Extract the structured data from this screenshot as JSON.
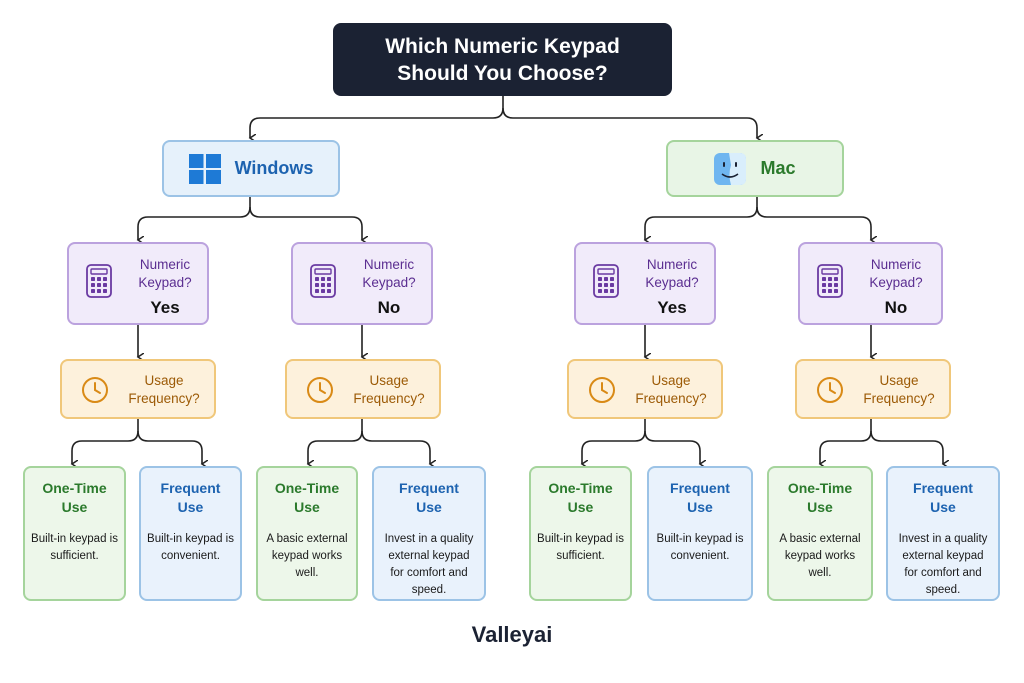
{
  "title": {
    "line1": "Which Numeric Keypad",
    "line2": "Should You Choose?"
  },
  "windows": {
    "label": "Windows",
    "icon": "windows-logo-icon",
    "yes_branch": {
      "question_line1": "Numeric",
      "question_line2": "Keypad?",
      "answer": "Yes",
      "usage_line1": "Usage",
      "usage_line2": "Frequency?",
      "one_time": {
        "title_line1": "One-Time",
        "title_line2": "Use",
        "description": "Built-in keypad is sufficient."
      },
      "frequent": {
        "title_line1": "Frequent",
        "title_line2": "Use",
        "description": "Built-in keypad is convenient."
      }
    },
    "no_branch": {
      "question_line1": "Numeric",
      "question_line2": "Keypad?",
      "answer": "No",
      "usage_line1": "Usage",
      "usage_line2": "Frequency?",
      "one_time": {
        "title_line1": "One-Time",
        "title_line2": "Use",
        "description": "A basic external keypad works well."
      },
      "frequent": {
        "title_line1": "Frequent",
        "title_line2": "Use",
        "description": "Invest in a quality external keypad for comfort and speed."
      }
    }
  },
  "mac": {
    "label": "Mac",
    "icon": "mac-finder-icon",
    "yes_branch": {
      "question_line1": "Numeric",
      "question_line2": "Keypad?",
      "answer": "Yes",
      "usage_line1": "Usage",
      "usage_line2": "Frequency?",
      "one_time": {
        "title_line1": "One-Time",
        "title_line2": "Use",
        "description": "Built-in keypad is sufficient."
      },
      "frequent": {
        "title_line1": "Frequent",
        "title_line2": "Use",
        "description": "Built-in keypad is convenient."
      }
    },
    "no_branch": {
      "question_line1": "Numeric",
      "question_line2": "Keypad?",
      "answer": "No",
      "usage_line1": "Usage",
      "usage_line2": "Frequency?",
      "one_time": {
        "title_line1": "One-Time",
        "title_line2": "Use",
        "description": "A basic external keypad works well."
      },
      "frequent": {
        "title_line1": "Frequent",
        "title_line2": "Use",
        "description": "Invest in a quality external keypad for comfort and speed."
      }
    }
  },
  "brand": "Valleyai",
  "colors": {
    "title_bg": "#1b2233",
    "windows_blue": "#1d63b0",
    "mac_green": "#2b7a2c",
    "keypad_purple": "#5b2e91",
    "usage_orange": "#9c5a06"
  }
}
